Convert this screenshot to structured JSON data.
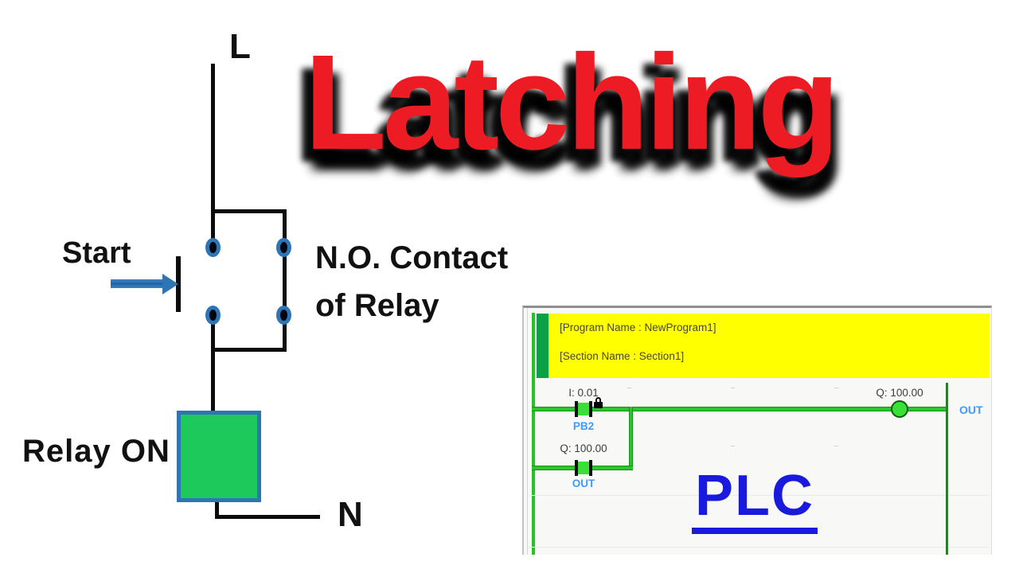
{
  "title": {
    "text": "Latching",
    "color": "#ed1c24",
    "shadow_color": "#000000"
  },
  "circuit": {
    "labels": {
      "line": "L",
      "neutral": "N",
      "start": "Start",
      "contact_line1": "N.O. Contact",
      "contact_line2": "of Relay",
      "relay": "Relay ON"
    },
    "colors": {
      "wire": "#0c0c0c",
      "accent_blue": "#2e75b6",
      "coil_fill": "#1dc95a"
    }
  },
  "plc_window": {
    "banner": {
      "program": "[Program Name : NewProgram1]",
      "section": "[Section Name : Section1]",
      "bg": "#ffff00",
      "tab_color": "#0aa044"
    },
    "ladder": {
      "rung1_contact": {
        "address": "I: 0.01",
        "symbol": "PB2"
      },
      "branch_contact": {
        "address": "Q: 100.00",
        "symbol": "OUT"
      },
      "output_coil": {
        "address": "Q: 100.00",
        "symbol": "OUT"
      },
      "watermark": "PLC"
    },
    "colors": {
      "power_flow_green": "#2bc42b",
      "contact_green": "#38e038",
      "label_blue": "#3d9bff",
      "watermark_blue": "#1a1adf",
      "right_rail_green": "#2d7d2d"
    }
  }
}
